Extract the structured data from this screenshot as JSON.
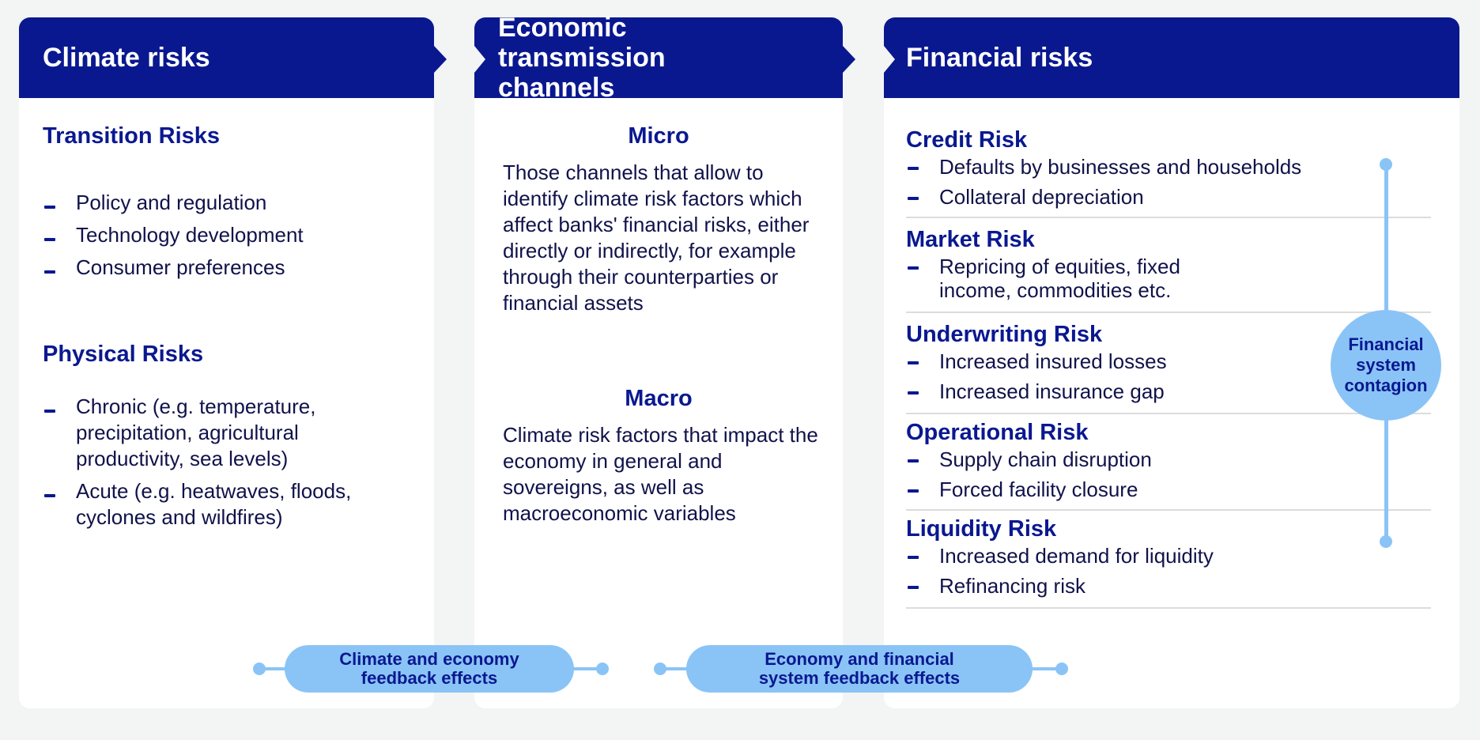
{
  "climate": {
    "header": "Climate risks",
    "transition": {
      "title": "Transition Risks",
      "items": [
        "Policy and regulation",
        "Technology development",
        "Consumer preferences"
      ]
    },
    "physical": {
      "title": "Physical Risks",
      "items": [
        "Chronic (e.g. temperature, precipitation, agricultural productivity, sea levels)",
        "Acute (e.g. heatwaves, floods, cyclones and wildfires)"
      ]
    }
  },
  "economic": {
    "header": "Economic transmission channels",
    "micro": {
      "title": "Micro",
      "text": "Those channels that allow to identify climate risk factors which affect banks' financial risks, either directly or indirectly, for example through their counterparties or financial assets"
    },
    "macro": {
      "title": "Macro",
      "text": "Climate risk factors that impact the economy in general and sovereigns, as well as macroeconomic variables"
    }
  },
  "financial": {
    "header": "Financial risks",
    "risks": [
      {
        "title": "Credit Risk",
        "items": [
          "Defaults by businesses and households",
          "Collateral depreciation"
        ]
      },
      {
        "title": "Market Risk",
        "items": [
          "Repricing of equities, fixed income, commodities etc."
        ]
      },
      {
        "title": "Underwriting Risk",
        "items": [
          "Increased insured losses",
          "Increased insurance gap"
        ]
      },
      {
        "title": "Operational Risk",
        "items": [
          "Supply chain disruption",
          "Forced facility closure"
        ]
      },
      {
        "title": "Liquidity Risk",
        "items": [
          "Increased demand for liquidity",
          "Refinancing risk"
        ]
      }
    ],
    "contagion": "Financial system contagion"
  },
  "feedback": {
    "climate_economy": "Climate and economy feedback effects",
    "economy_financial": "Economy and financial system feedback effects"
  },
  "colors": {
    "navy": "#0a1890",
    "light_blue": "#8ac4f6",
    "background": "#f3f4f4"
  }
}
